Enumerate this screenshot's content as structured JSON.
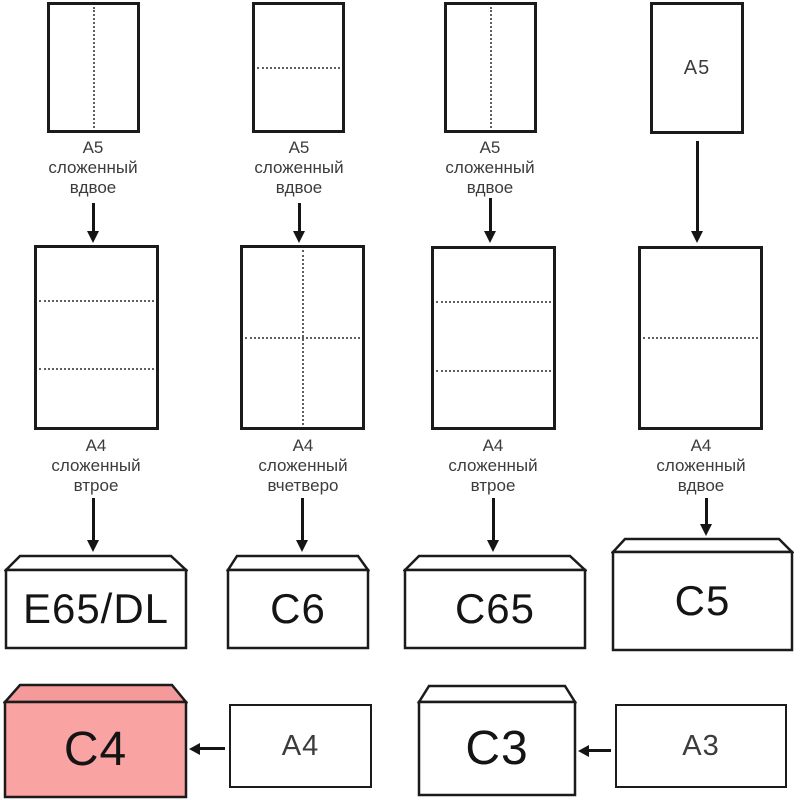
{
  "colors": {
    "outline": "#1b1b1b",
    "fold_line": "#5f5f5f",
    "label_text": "#3c3c3c",
    "envelope_text": "#141414",
    "white_fill": "#ffffff",
    "c4_body_fill": "#f9a3a3",
    "c4_flap_fill": "#f49a9a"
  },
  "flow_columns": [
    {
      "source": {
        "name": "A5",
        "fold": "vertical-half",
        "label_lines": [
          "A5",
          "сложенный",
          "вдвое"
        ]
      },
      "folded": {
        "name": "A4",
        "fold": "thirds-horizontal",
        "label_lines": [
          "A4",
          "сложенный",
          "втрое"
        ]
      },
      "envelope": {
        "label": "E65/DL"
      }
    },
    {
      "source": {
        "name": "A5",
        "fold": "horizontal-half",
        "label_lines": [
          "A5",
          "сложенный",
          "вдвое"
        ]
      },
      "folded": {
        "name": "A4",
        "fold": "quarters-cross",
        "label_lines": [
          "A4",
          "сложенный",
          "вчетверо"
        ]
      },
      "envelope": {
        "label": "C6"
      }
    },
    {
      "source": {
        "name": "A5",
        "fold": "vertical-half",
        "label_lines": [
          "A5",
          "сложенный",
          "вдвое"
        ]
      },
      "folded": {
        "name": "A4",
        "fold": "thirds-horizontal",
        "label_lines": [
          "A4",
          "сложенный",
          "втрое"
        ]
      },
      "envelope": {
        "label": "C65"
      }
    },
    {
      "source": {
        "name": "A5",
        "fold": "none",
        "inner_label": "A5"
      },
      "folded": {
        "name": "A4",
        "fold": "half-horizontal",
        "label_lines": [
          "A4",
          "сложенный",
          "вдвое"
        ]
      },
      "envelope": {
        "label": "C5"
      }
    }
  ],
  "bottom_row": [
    {
      "envelope": {
        "label": "C4",
        "highlighted": true
      },
      "paper": {
        "label": "A4"
      }
    },
    {
      "envelope": {
        "label": "C3",
        "highlighted": false
      },
      "paper": {
        "label": "A3"
      }
    }
  ]
}
